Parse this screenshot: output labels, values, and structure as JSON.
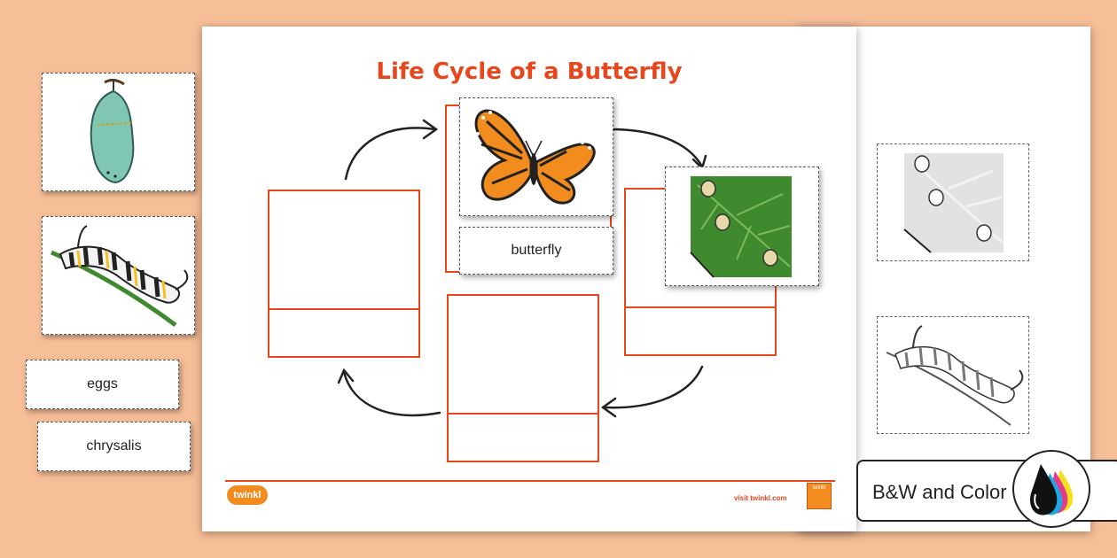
{
  "worksheet": {
    "title": "Life Cycle of a Butterfly",
    "butterfly_label": "butterfly",
    "footer_url": "visit twinkl.com",
    "logo_text": "twinkl",
    "stamp_text": "twinkl"
  },
  "cutouts": {
    "eggs_label": "eggs",
    "chrysalis_label": "chrysalis"
  },
  "badge": {
    "text": "B&W and Color"
  },
  "colors": {
    "background": "#F7BF98",
    "accent": "#E8461C",
    "leaf_green": "#3F8A2E",
    "chrysalis_teal": "#7FC7B2",
    "butterfly_orange": "#F28C1E"
  }
}
